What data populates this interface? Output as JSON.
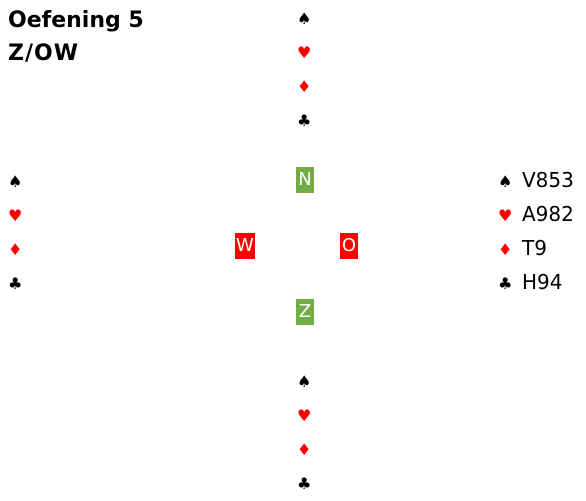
{
  "header": {
    "title": "Oefening 5",
    "subtitle": "Z/OW"
  },
  "colors": {
    "black_suit": "#000000",
    "red_suit": "#ff0000",
    "ns_marker": "#70ad47",
    "ew_marker": "#ff0000"
  },
  "suits": {
    "spades": "♠",
    "hearts": "♥",
    "diamonds": "♦",
    "clubs": "♣"
  },
  "hands": {
    "north": {
      "spades": "",
      "hearts": "",
      "diamonds": "",
      "clubs": ""
    },
    "west": {
      "spades": "",
      "hearts": "",
      "diamonds": "",
      "clubs": ""
    },
    "east": {
      "spades": "V853",
      "hearts": "A982",
      "diamonds": "T9",
      "clubs": "H94"
    },
    "south": {
      "spades": "",
      "hearts": "",
      "diamonds": "",
      "clubs": ""
    }
  },
  "compass": {
    "north": "N",
    "west": "W",
    "east": "O",
    "south": "Z"
  }
}
